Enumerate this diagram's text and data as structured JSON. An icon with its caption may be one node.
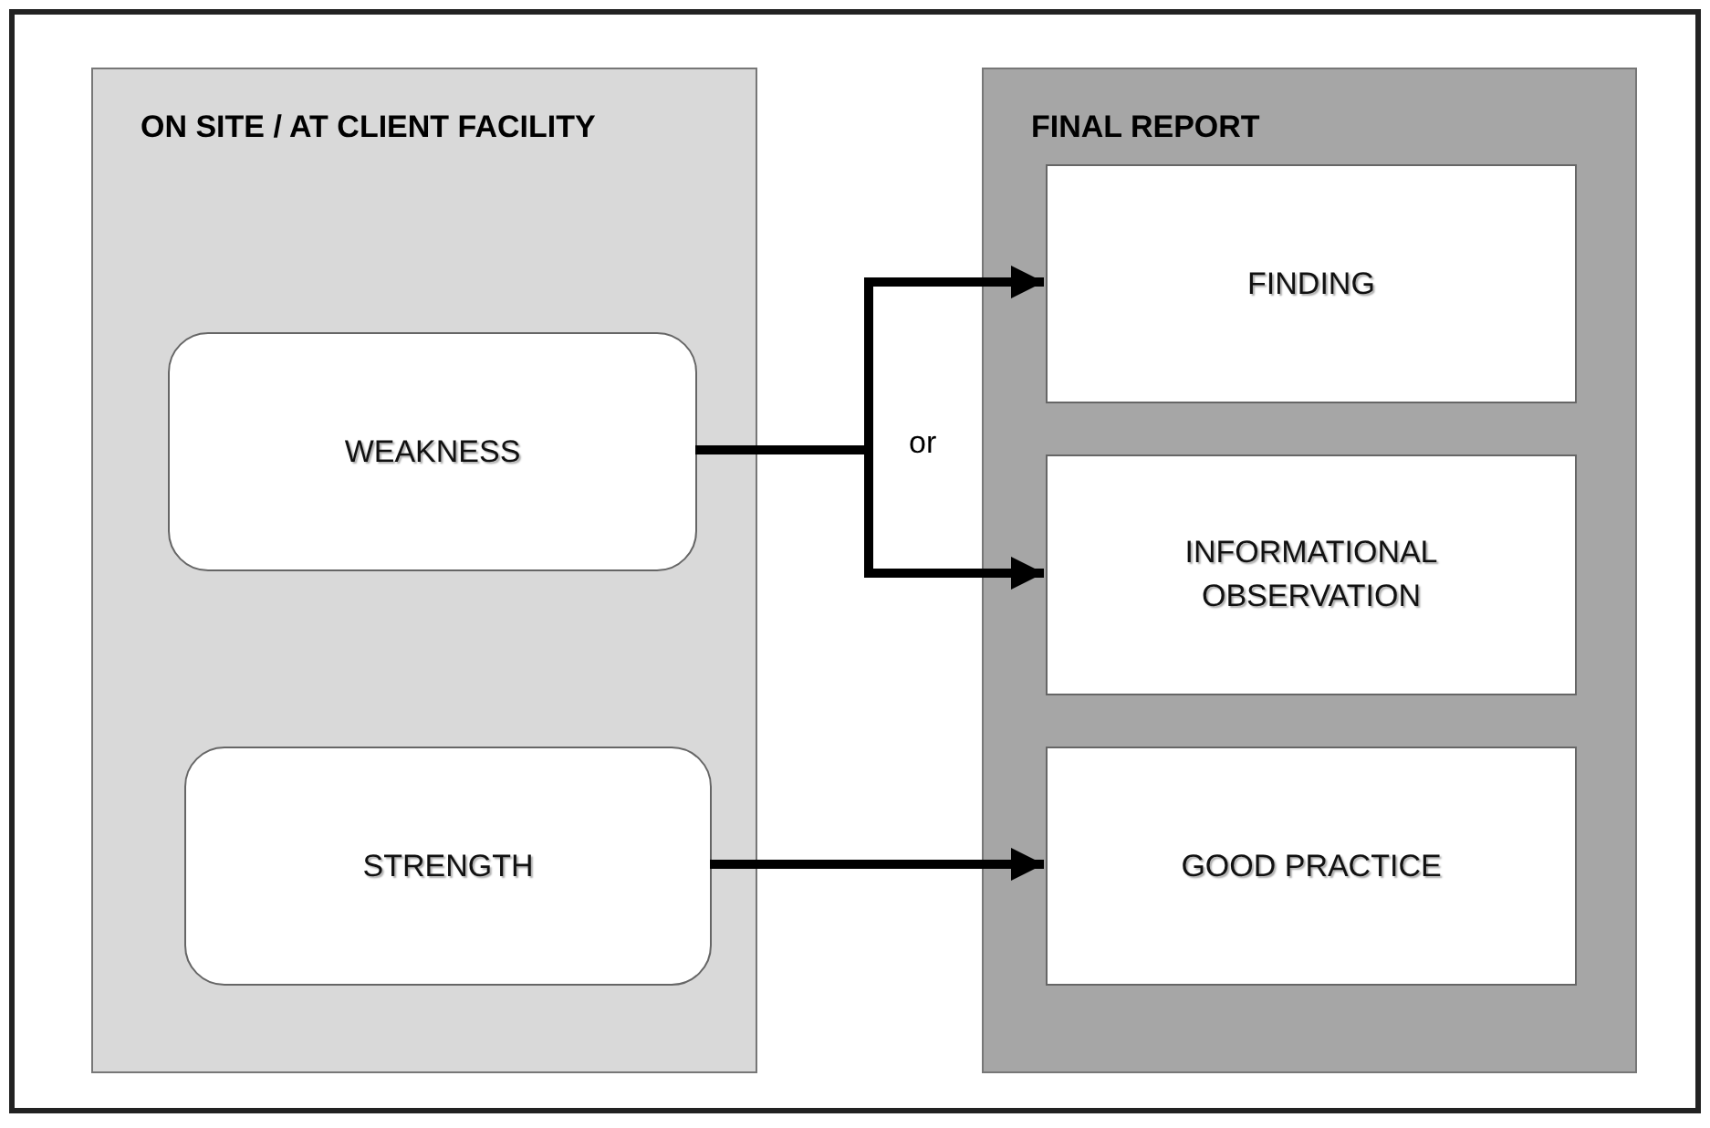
{
  "diagram": {
    "nodes": [
      {
        "text": [
          "ON SITE / AT CLIENT FACILITY"
        ]
      },
      {
        "text": [
          "WEAKNESS"
        ],
        "in": 0
      },
      {
        "text": [
          "STRENGTH"
        ],
        "in": 0
      },
      {
        "text": [
          "FINAL REPORT"
        ]
      },
      {
        "text": [
          "FINDING"
        ],
        "in": 3
      },
      {
        "text": [
          "INFORMATIONAL OBSERVATION"
        ],
        "in": 3
      },
      {
        "text": [
          "GOOD PRACTICE"
        ],
        "in": 3
      }
    ],
    "edges": [
      {
        "from": 1,
        "to": 4,
        "arrow": "to",
        "label": "or"
      },
      {
        "from": 1,
        "to": 5,
        "arrow": "to"
      },
      {
        "from": 2,
        "to": 6,
        "arrow": "to"
      }
    ]
  }
}
